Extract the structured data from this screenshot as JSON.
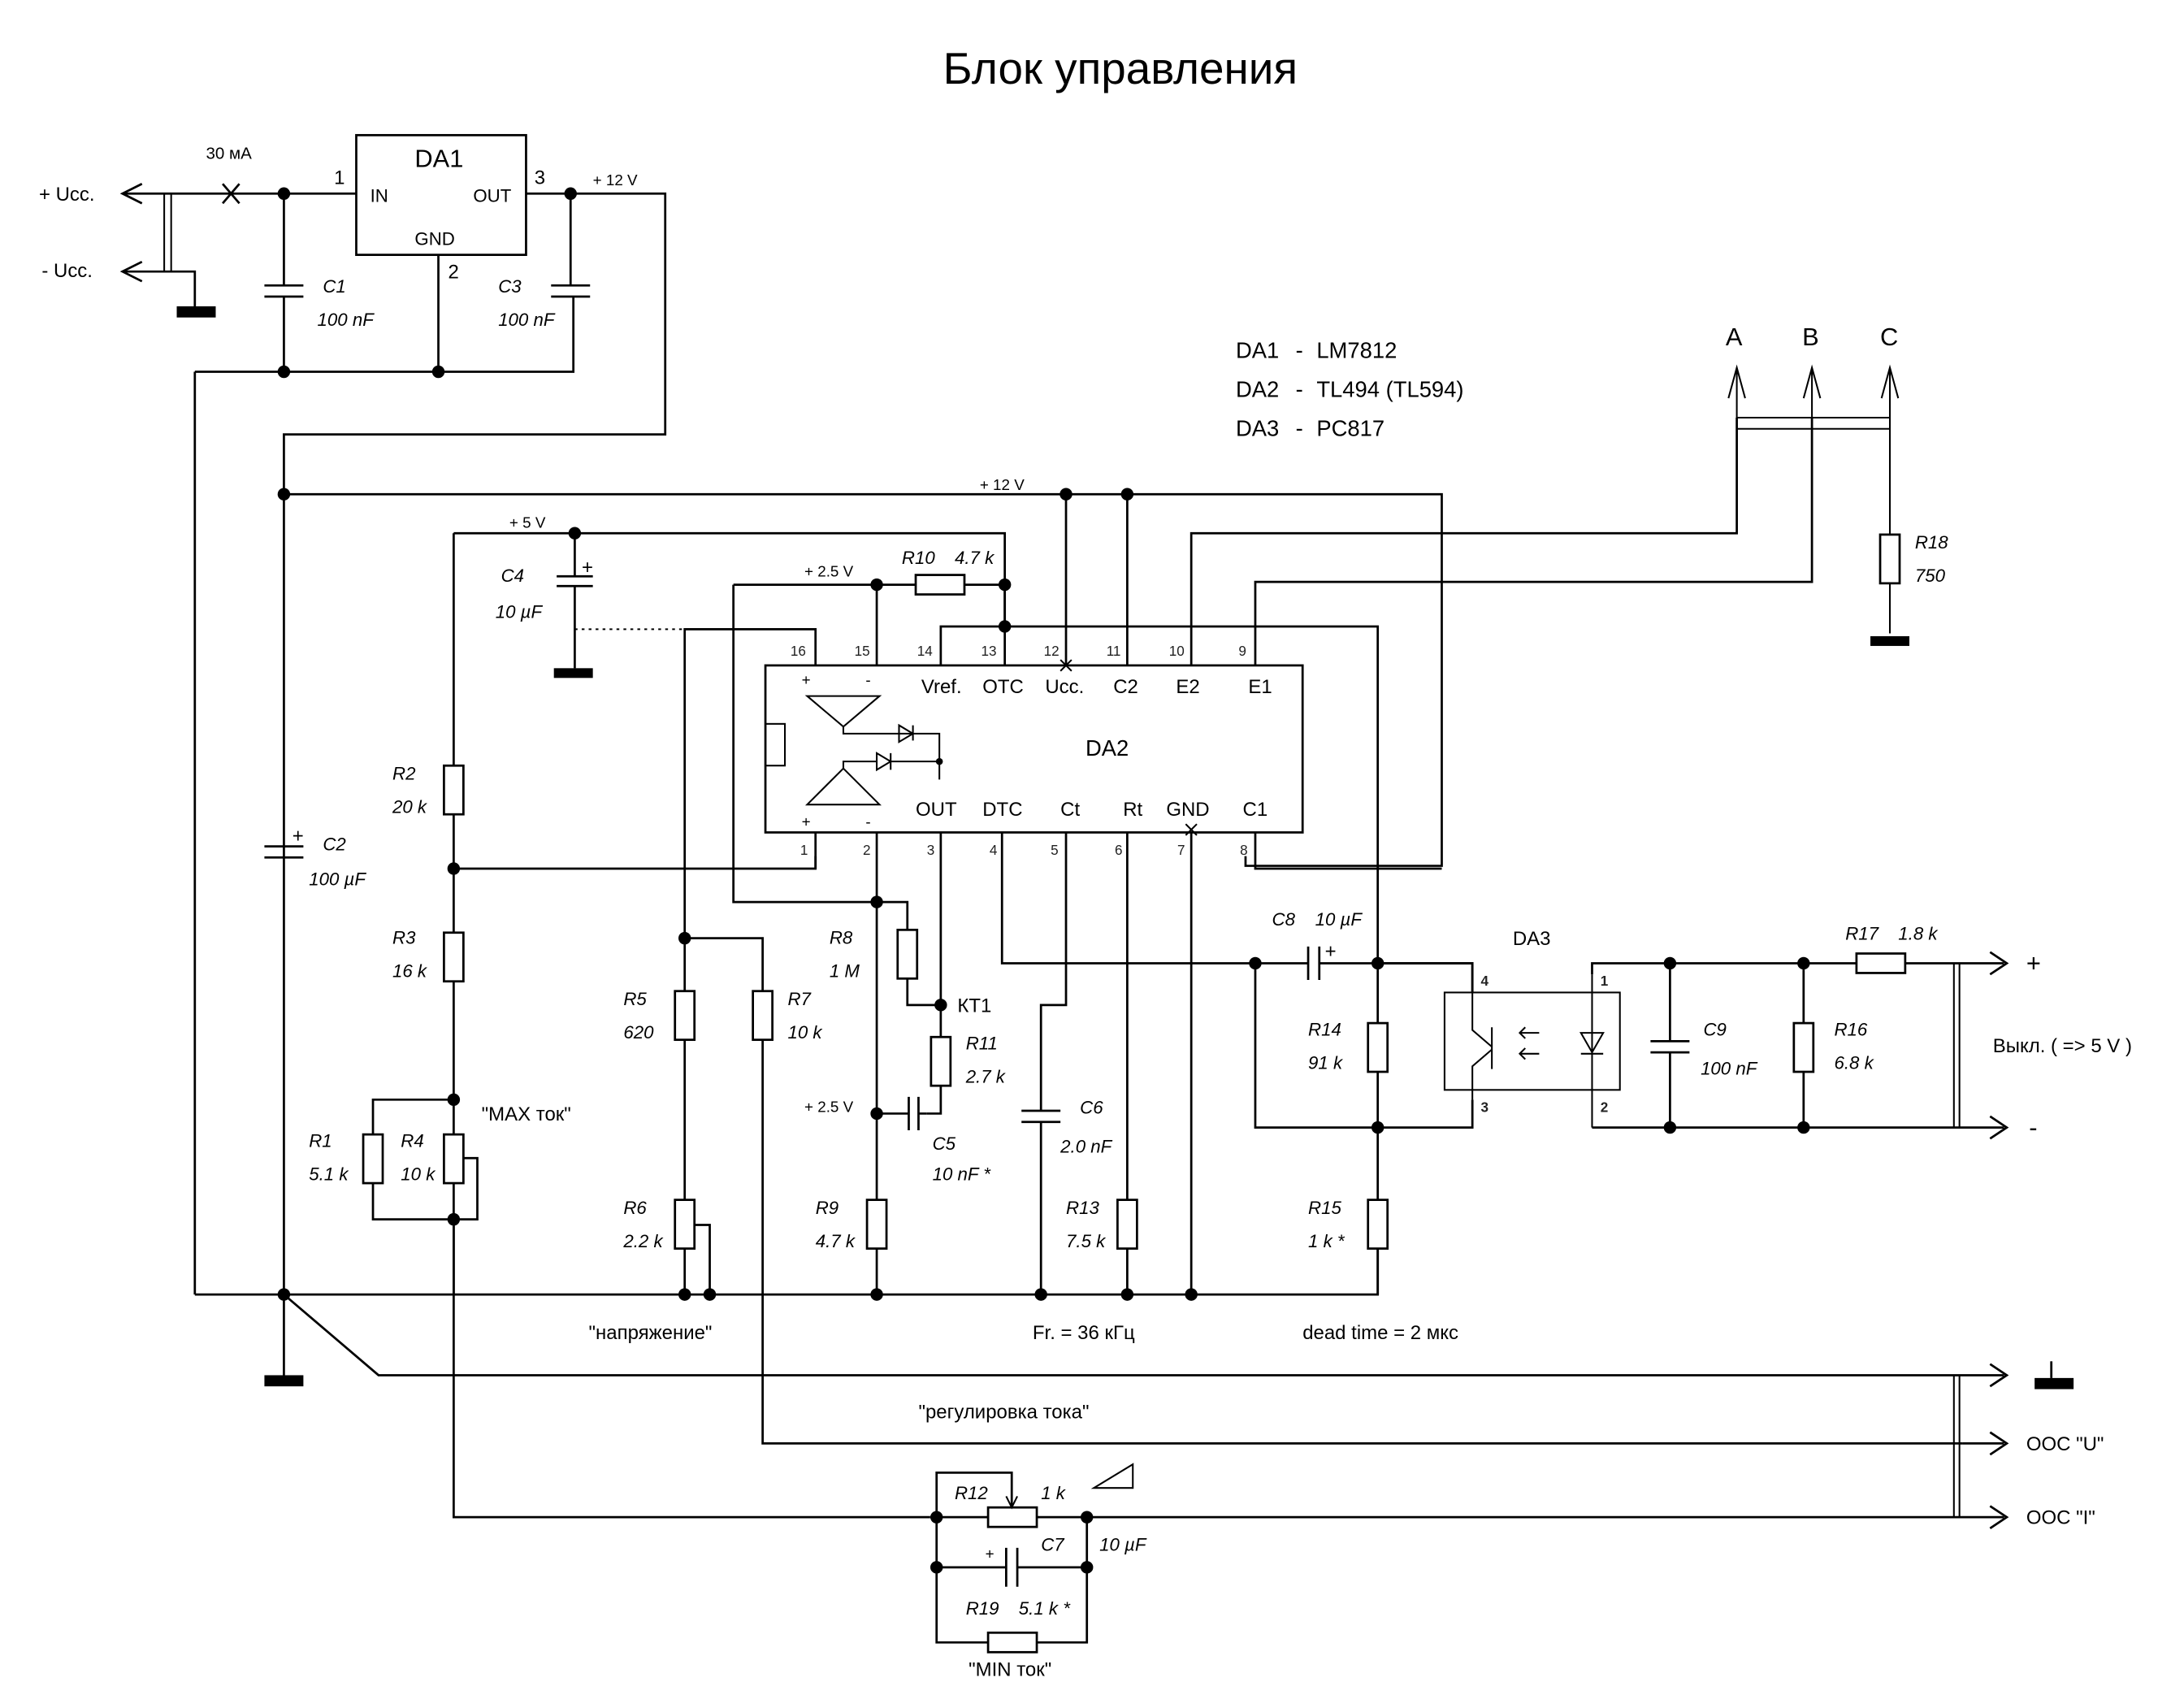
{
  "title": "Блок управления",
  "parts_list": [
    {
      "ref": "DA1",
      "part": "LM7812"
    },
    {
      "ref": "DA2",
      "part": "TL494  (TL594)"
    },
    {
      "ref": "DA3",
      "part": "PC817"
    }
  ],
  "power": {
    "plus_ucc": "+ Ucc.",
    "minus_ucc": "- Ucc.",
    "fuse_rating": "30 мА",
    "rail_12v": "+ 12 V",
    "rail_5v": "+ 5 V",
    "rail_2v5": "+ 2.5 V"
  },
  "da1": {
    "name": "DA1",
    "pin_in": "IN",
    "pin_out": "OUT",
    "pin_gnd": "GND",
    "pin_num_in": "1",
    "pin_num_gnd": "2",
    "pin_num_out": "3"
  },
  "da2": {
    "name": "DA2",
    "top_pins": [
      {
        "num": "16",
        "label": ""
      },
      {
        "num": "15",
        "label": ""
      },
      {
        "num": "14",
        "label": "Vref."
      },
      {
        "num": "13",
        "label": "OTC"
      },
      {
        "num": "12",
        "label": "Ucc."
      },
      {
        "num": "11",
        "label": "C2"
      },
      {
        "num": "10",
        "label": "E2"
      },
      {
        "num": "9",
        "label": "E1"
      }
    ],
    "bottom_pins": [
      {
        "num": "1",
        "label": ""
      },
      {
        "num": "2",
        "label": ""
      },
      {
        "num": "3",
        "label": "OUT"
      },
      {
        "num": "4",
        "label": "DTC"
      },
      {
        "num": "5",
        "label": "Ct"
      },
      {
        "num": "6",
        "label": "Rt"
      },
      {
        "num": "7",
        "label": "GND"
      },
      {
        "num": "8",
        "label": "C1"
      }
    ]
  },
  "da3": {
    "name": "DA3",
    "pins": [
      "1",
      "2",
      "3",
      "4"
    ]
  },
  "components": {
    "C1": {
      "ref": "C1",
      "value": "100 nF"
    },
    "C2": {
      "ref": "C2",
      "value": "100 µF"
    },
    "C3": {
      "ref": "C3",
      "value": "100 nF"
    },
    "C4": {
      "ref": "C4",
      "value": "10 µF"
    },
    "C5": {
      "ref": "C5",
      "value": "10 nF *"
    },
    "C6": {
      "ref": "C6",
      "value": "2.0 nF"
    },
    "C7": {
      "ref": "C7",
      "value": "10 µF"
    },
    "C8": {
      "ref": "C8",
      "value": "10 µF"
    },
    "C9": {
      "ref": "C9",
      "value": "100 nF"
    },
    "R1": {
      "ref": "R1",
      "value": "5.1 k"
    },
    "R2": {
      "ref": "R2",
      "value": "20 k"
    },
    "R3": {
      "ref": "R3",
      "value": "16 k"
    },
    "R4": {
      "ref": "R4",
      "value": "10 k"
    },
    "R5": {
      "ref": "R5",
      "value": "620"
    },
    "R6": {
      "ref": "R6",
      "value": "2.2 k"
    },
    "R7": {
      "ref": "R7",
      "value": "10 k"
    },
    "R8": {
      "ref": "R8",
      "value": "1 M"
    },
    "R9": {
      "ref": "R9",
      "value": "4.7 k"
    },
    "R10": {
      "ref": "R10",
      "value": "4.7 k"
    },
    "R11": {
      "ref": "R11",
      "value": "2.7 k"
    },
    "R12": {
      "ref": "R12",
      "value": "1 k"
    },
    "R13": {
      "ref": "R13",
      "value": "7.5 k"
    },
    "R14": {
      "ref": "R14",
      "value": "91 k"
    },
    "R15": {
      "ref": "R15",
      "value": "1 k *"
    },
    "R16": {
      "ref": "R16",
      "value": "6.8 k"
    },
    "R17": {
      "ref": "R17",
      "value": "1.8 k"
    },
    "R18": {
      "ref": "R18",
      "value": "750"
    },
    "R19": {
      "ref": "R19",
      "value": "5.1 k *"
    }
  },
  "testpoint": "КТ1",
  "annotations": {
    "max_current": "\"MAX  ток\"",
    "min_current": "\"MIN  ток\"",
    "voltage": "\"напряжение\"",
    "current_adjust": "\"регулировка  тока\"",
    "frequency": "Fr. = 36 кГц",
    "dead_time": "dead  time = 2 мкс"
  },
  "outputs": {
    "A": "A",
    "B": "B",
    "C": "C",
    "off_plus": "+",
    "off_minus": "-",
    "off_label": "Выкл. ( => 5 V )",
    "ooc_u": "ООС  \"U\"",
    "ooc_i": "ООС  \"I\""
  },
  "polarity": {
    "plus": "+",
    "minus": "-"
  }
}
